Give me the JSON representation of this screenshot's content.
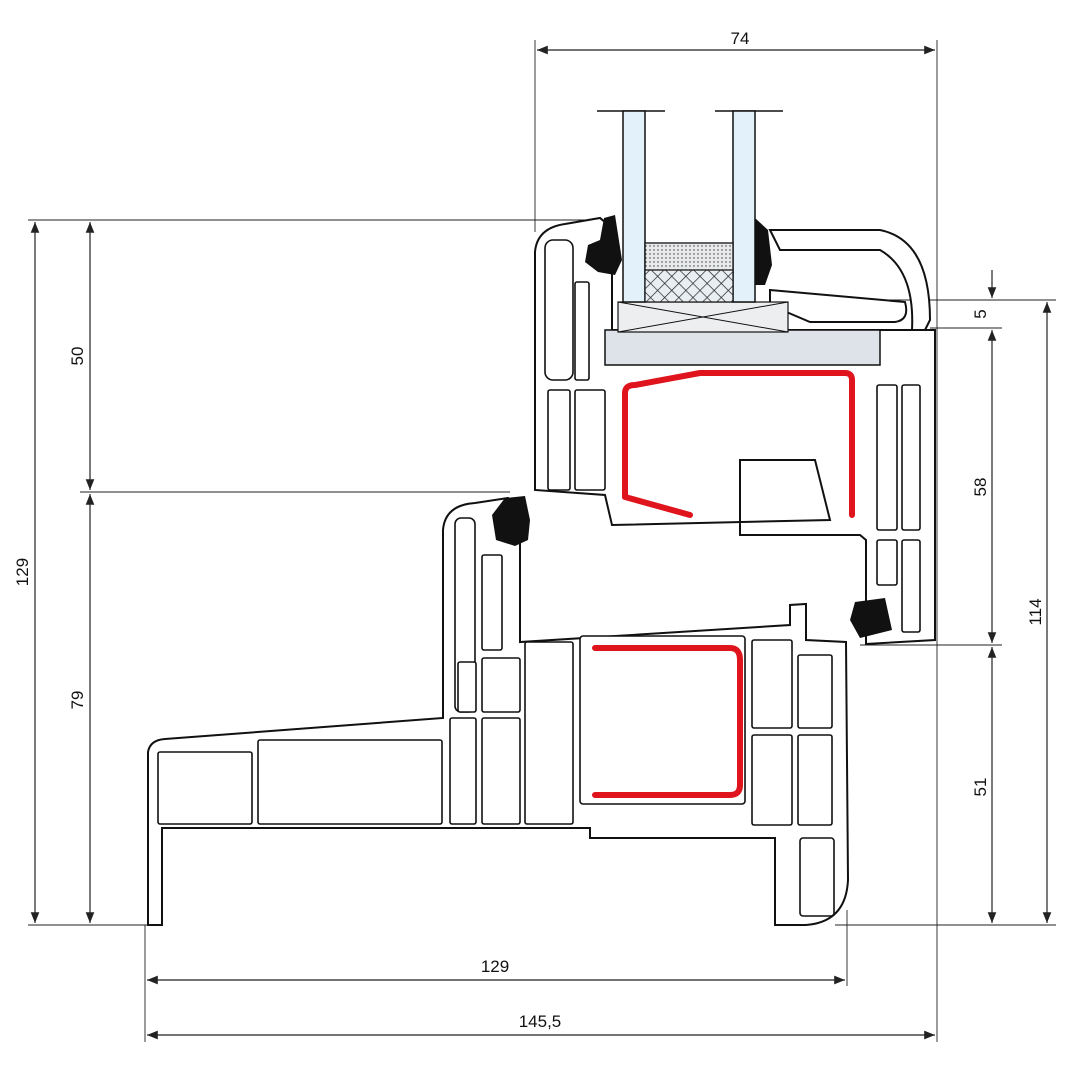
{
  "diagram": {
    "type": "window-profile-cross-section",
    "dimensions": {
      "top_width": "74",
      "left_total": "129",
      "left_upper": "50",
      "left_lower": "79",
      "right_small": "5",
      "right_upper": "58",
      "right_lower": "51",
      "right_total": "114",
      "bottom_frame": "129",
      "bottom_total": "145,5"
    },
    "colors": {
      "reinforcement": "#e0141c",
      "glass": "#e2f1fa",
      "spacer": "#e4e7ea",
      "outline": "#111111"
    }
  }
}
